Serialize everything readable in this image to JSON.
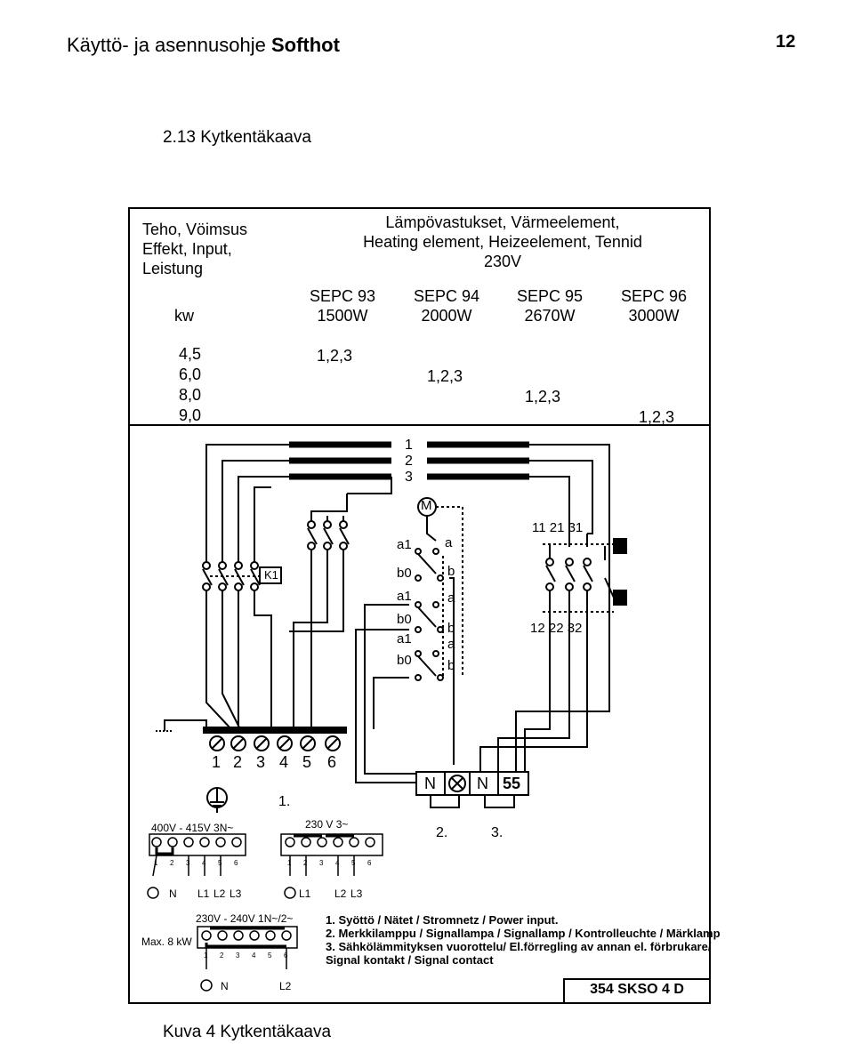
{
  "header": {
    "title_prefix": "Käyttö- ja asennusohje",
    "title_product": "Softhot",
    "page_number": "12"
  },
  "section_title": "2.13 Kytkentäkaava",
  "table": {
    "power_label": [
      "Teho, Vöimsus",
      "Effekt, Input,",
      "Leistung"
    ],
    "unit": "kw",
    "heading": [
      "Lämpövastukset, Värmeelement,",
      "Heating element, Heizeelement, Tennid",
      "230V"
    ],
    "models": [
      {
        "name": "SEPC 93",
        "watt": "1500W"
      },
      {
        "name": "SEPC 94",
        "watt": "2000W"
      },
      {
        "name": "SEPC 95",
        "watt": "2670W"
      },
      {
        "name": "SEPC 96",
        "watt": "3000W"
      }
    ],
    "rows": [
      {
        "kw": "4,5",
        "col": 0,
        "value": "1,2,3"
      },
      {
        "kw": "6,0",
        "col": 1,
        "value": "1,2,3"
      },
      {
        "kw": "8,0",
        "col": 2,
        "value": "1,2,3"
      },
      {
        "kw": "9,0",
        "col": 3,
        "value": "1,2,3"
      }
    ]
  },
  "diagram": {
    "element_numbers": [
      "1",
      "2",
      "3"
    ],
    "motor": "M",
    "contactor": "K1",
    "switch_labels": [
      "a1",
      "a",
      "b0",
      "b",
      "a1",
      "a",
      "b0",
      "b",
      "a1",
      "a",
      "b0",
      "b"
    ],
    "relay_top": "11 21 31",
    "relay_bottom": "12 22 32",
    "terminal_numbers": [
      "1",
      "2",
      "3",
      "4",
      "5",
      "6"
    ],
    "mark_1": "1.",
    "mark_2": "2.",
    "mark_3": "3.",
    "indicator": {
      "n1": "N",
      "n2": "N",
      "num": "55"
    },
    "conn_400": {
      "title": "400V - 415V  3N~",
      "nums": [
        "1",
        "2",
        "3",
        "4",
        "5",
        "6"
      ],
      "labels": [
        "N",
        "L1",
        "L2",
        "L3"
      ]
    },
    "conn_230_3": {
      "title": "230 V  3~",
      "nums": [
        "1",
        "2",
        "3",
        "4",
        "5",
        "6"
      ],
      "labels": [
        "L1",
        "L2",
        "L3"
      ]
    },
    "conn_230_1": {
      "title": "230V - 240V  1N~/2~",
      "max": "Max. 8 kW",
      "nums": [
        "1",
        "2",
        "3",
        "4",
        "5",
        "6"
      ],
      "labels": [
        "N",
        "L2"
      ]
    }
  },
  "legend": [
    "1. Syöttö / Nätet / Stromnetz / Power input.",
    "2. Merkkilamppu / Signallampa / Signallamp / Kontrolleuchte / Märklamp",
    "3. Sähkölämmityksen vuorottelu/ El.förregling av annan el. förbrukare/",
    "Signal kontakt / Signal contact"
  ],
  "doc_code": "354 SKSO 4 D",
  "caption": "Kuva 4 Kytkentäkaava"
}
